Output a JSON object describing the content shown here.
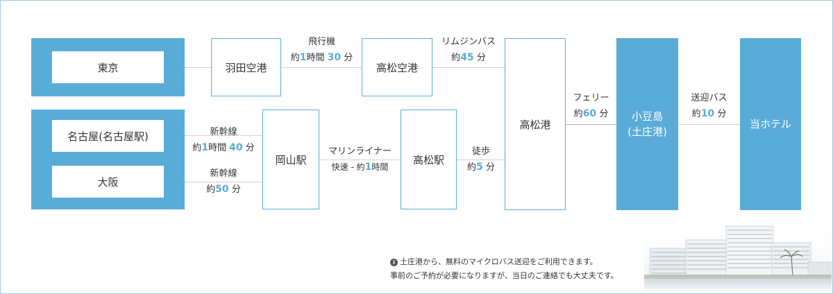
{
  "origins": {
    "tokyo": "東京",
    "nagoya": "名古屋(名古屋駅)",
    "osaka": "大阪"
  },
  "nodes": {
    "haneda": "羽田空港",
    "takamatsu_airport": "高松空港",
    "okayama": "岡山駅",
    "takamatsu_station": "高松駅",
    "takamatsu_port": "高松港",
    "shodoshima_line1": "小豆島",
    "shodoshima_line2": "(土庄港)",
    "hotel": "当ホテル"
  },
  "legs": {
    "plane": {
      "mode": "飛行機",
      "prefix": "約",
      "h": "1",
      "hunit": "時間",
      "m": "30",
      "munit": "分"
    },
    "limousine": {
      "mode": "リムジンバス",
      "prefix": "約",
      "m": "45",
      "munit": "分"
    },
    "shinkansen_nagoya": {
      "mode": "新幹線",
      "prefix": "約",
      "h": "1",
      "hunit": "時間",
      "m": "40",
      "munit": "分"
    },
    "shinkansen_osaka": {
      "mode": "新幹線",
      "prefix": "約",
      "m": "50",
      "munit": "分"
    },
    "marine_liner": {
      "mode": "マリンライナー",
      "prefix": "快速 - 約",
      "h": "1",
      "hunit": "時間"
    },
    "walk": {
      "mode": "徒歩",
      "prefix": "約",
      "m": "5",
      "munit": "分"
    },
    "ferry": {
      "mode": "フェリー",
      "prefix": "約",
      "m": "60",
      "munit": "分"
    },
    "shuttle": {
      "mode": "送迎バス",
      "prefix": "約",
      "m": "10",
      "munit": "分"
    }
  },
  "note": {
    "line1": "土庄港から、無料のマイクロバス送迎をご利用できます。",
    "line2": "事前のご予約が必要になりますが、当日のご連絡でも大丈夫です。"
  },
  "colors": {
    "accent": "#5aacd8",
    "frame": "#9ccbe4",
    "connector": "#e3cdc4"
  },
  "icons": {
    "info": "info-icon",
    "hotel_photo": "hotel-building-image"
  }
}
